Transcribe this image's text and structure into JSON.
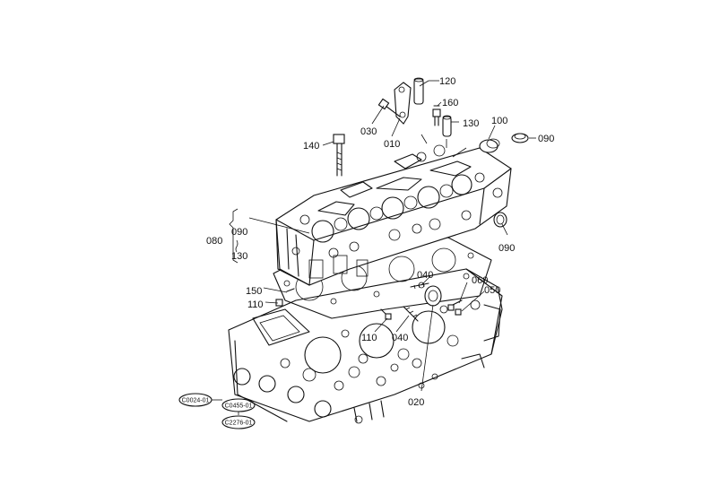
{
  "labels": {
    "p010": "010",
    "p020": "020",
    "p030": "030",
    "p040a": "040",
    "p040b": "040",
    "p050": "050",
    "p060": "060",
    "p080": "080",
    "p090a": "090",
    "p090b": "090",
    "p090c": "090",
    "p100": "100",
    "p110a": "110",
    "p110b": "110",
    "p120": "120",
    "p130a": "130",
    "p130b": "130",
    "p140": "140",
    "p150": "150",
    "p160": "160"
  },
  "ref_codes": {
    "c1": "C0024-01",
    "c2": "C0455-01",
    "c3": "C2276-01"
  }
}
